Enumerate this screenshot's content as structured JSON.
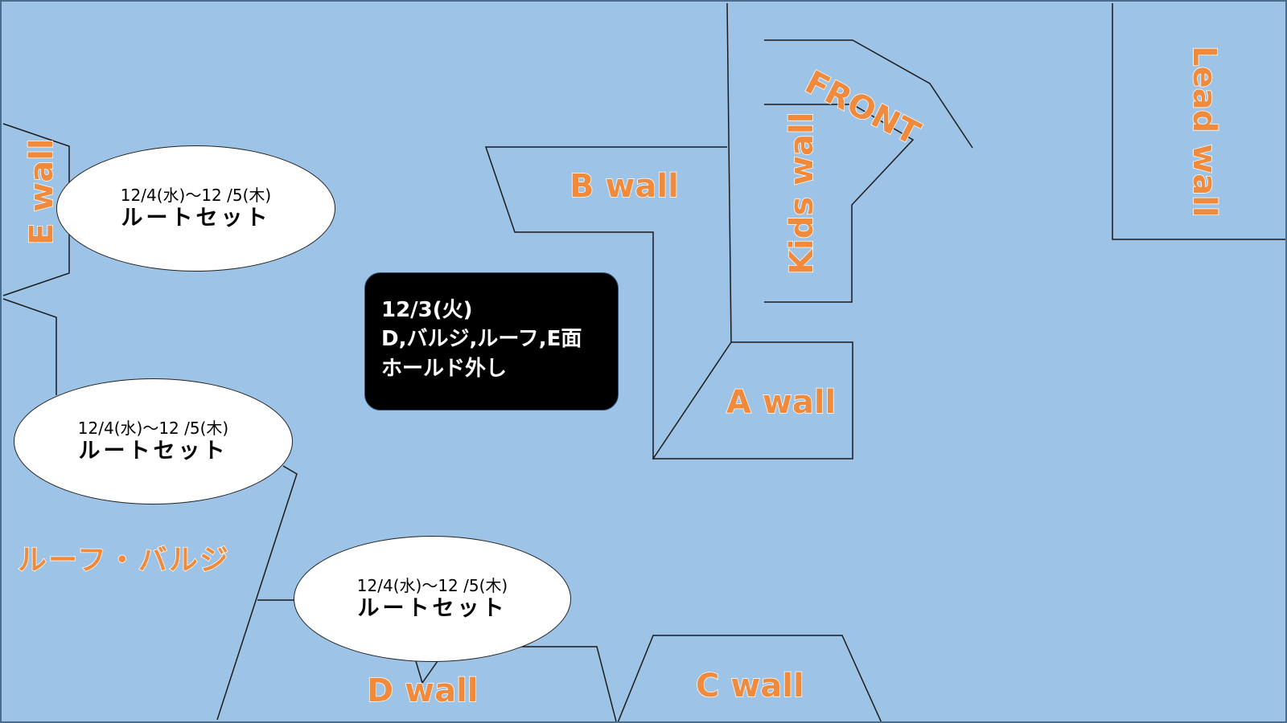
{
  "walls": {
    "e_wall": "E wall",
    "b_wall": "B wall",
    "kids_wall": "Kids wall",
    "front": "FRONT",
    "lead_wall": "Lead wall",
    "a_wall": "A wall",
    "roof_bulge": "ルーフ・バルジ",
    "d_wall": "D wall",
    "c_wall": "C wall"
  },
  "schedule": {
    "bubble_top": {
      "date": "12/4(水)～12 /5(木)",
      "task": "ルートセット"
    },
    "bubble_mid": {
      "date": "12/4(水)～12 /5(木)",
      "task": "ルートセット"
    },
    "bubble_bottom": {
      "date": "12/4(水)～12 /5(木)",
      "task": "ルートセット"
    }
  },
  "notice": {
    "date": "12/3(火)",
    "areas": "D,バルジ,ルーフ,E面",
    "action": "ホールド外し"
  },
  "colors": {
    "floor": "#9dc3e6",
    "wall_label": "#f08a3c",
    "notice_bg": "#000000",
    "bubble_bg": "#ffffff"
  }
}
